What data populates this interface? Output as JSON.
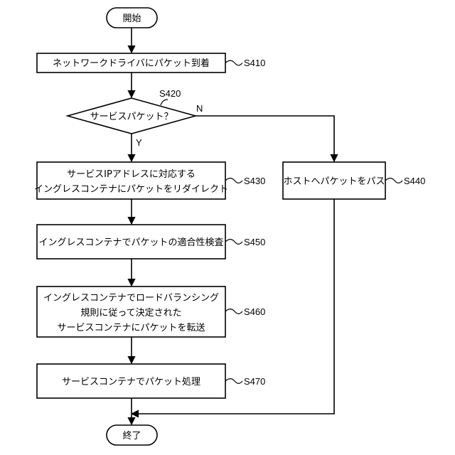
{
  "start": {
    "label": "開始"
  },
  "end": {
    "label": "終了"
  },
  "steps": {
    "s410": {
      "lines": [
        "ネットワークドライバにパケット到着"
      ],
      "id": "S410"
    },
    "s420": {
      "lines": [
        "サービスパケット？"
      ],
      "id": "S420"
    },
    "s430": {
      "lines": [
        "サービスIPアドレスに対応する",
        "イングレスコンテナにパケットをリダイレクト"
      ],
      "id": "S430"
    },
    "s440": {
      "lines": [
        "ホストへパケットをパス"
      ],
      "id": "S440"
    },
    "s450": {
      "lines": [
        "イングレスコンテナでパケットの適合性検査"
      ],
      "id": "S450"
    },
    "s460": {
      "lines": [
        "イングレスコンテナでロードバランシング",
        "規則に従って決定された",
        "サービスコンテナにパケットを転送"
      ],
      "id": "S460"
    },
    "s470": {
      "lines": [
        "サービスコンテナでパケット処理"
      ],
      "id": "S470"
    }
  },
  "branches": {
    "yes": "Y",
    "no": "N"
  }
}
